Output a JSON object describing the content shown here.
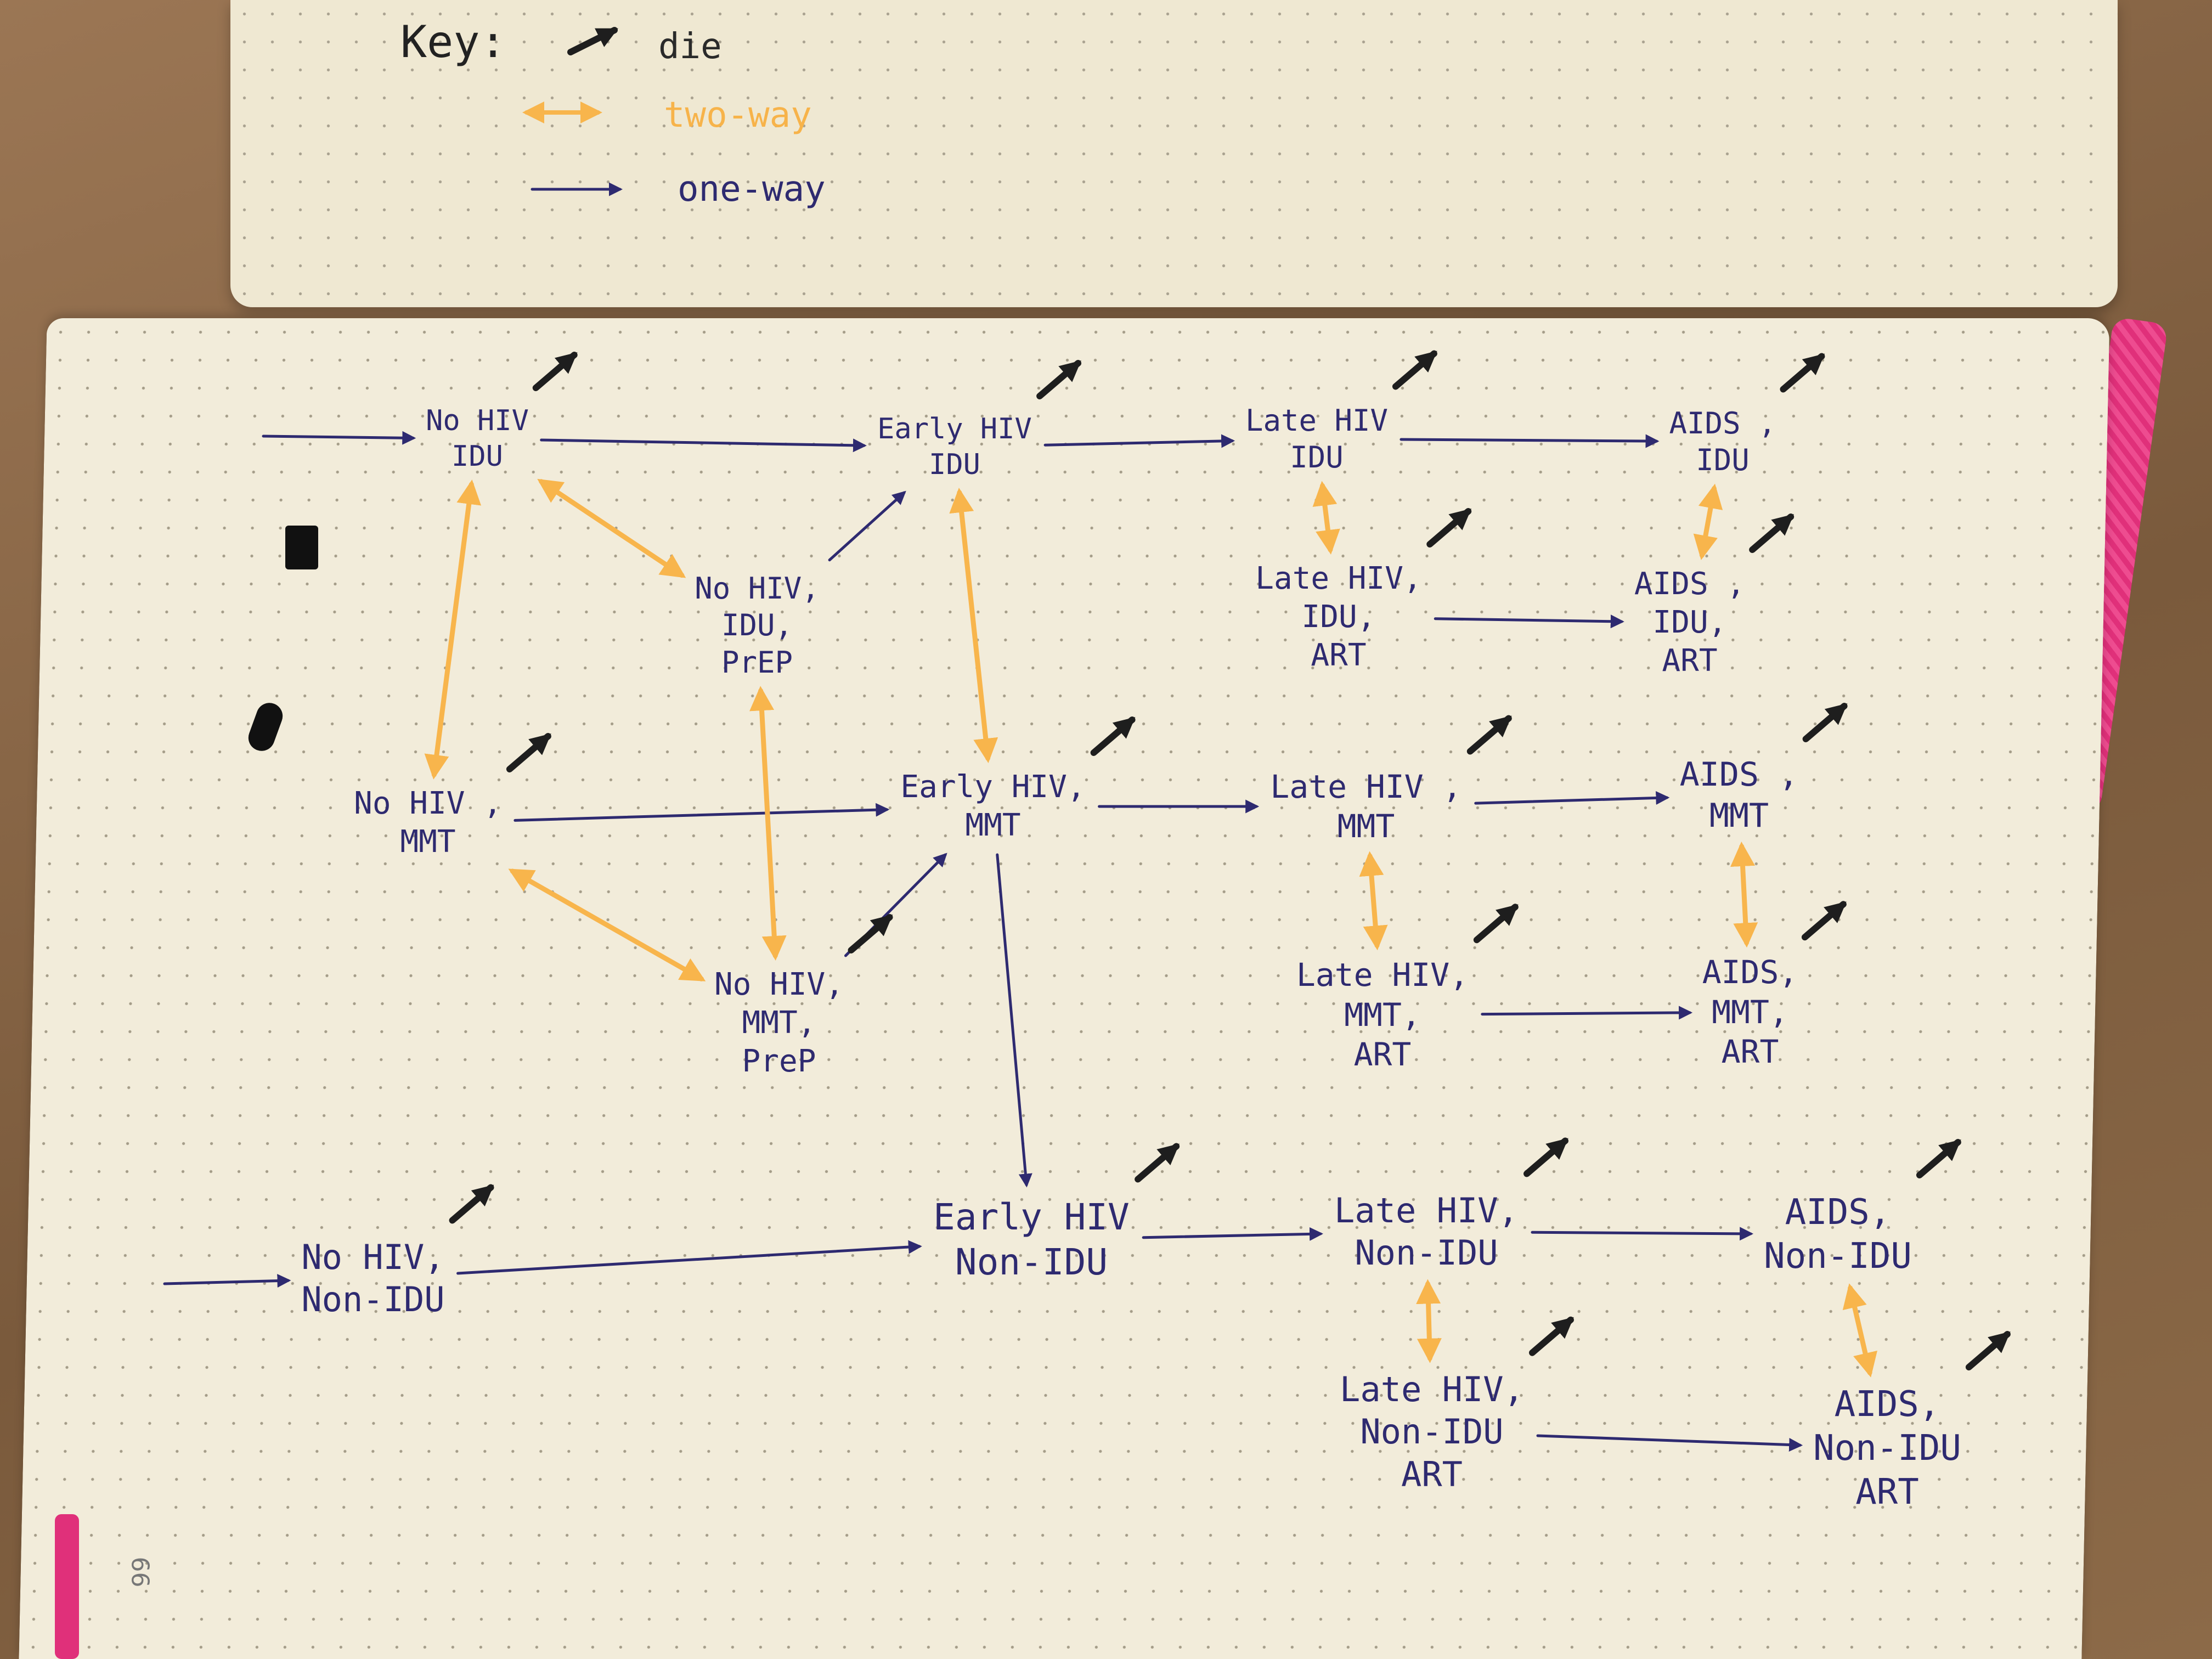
{
  "page_number": "99",
  "key": {
    "title": "Key:",
    "items": [
      {
        "label": "die",
        "style": "die"
      },
      {
        "label": "two-way",
        "style": "two-way"
      },
      {
        "label": "one-way",
        "style": "one-way"
      }
    ]
  },
  "nodes": [
    {
      "id": "nohiv_idu",
      "lines": [
        "No HIV",
        "IDU"
      ]
    },
    {
      "id": "earlyhiv_idu",
      "lines": [
        "Early HIV",
        "IDU"
      ]
    },
    {
      "id": "latehiv_idu",
      "lines": [
        "Late HIV",
        "IDU"
      ]
    },
    {
      "id": "aids_idu",
      "lines": [
        "AIDS ,",
        "IDU"
      ]
    },
    {
      "id": "nohiv_idu_prep",
      "lines": [
        "No HIV,",
        "IDU,",
        "PrEP"
      ]
    },
    {
      "id": "latehiv_idu_art",
      "lines": [
        "Late HIV,",
        "IDU,",
        "ART"
      ]
    },
    {
      "id": "aids_idu_art",
      "lines": [
        "AIDS ,",
        "IDU,",
        "ART"
      ]
    },
    {
      "id": "nohiv_mmt",
      "lines": [
        "No HIV ,",
        "MMT"
      ]
    },
    {
      "id": "earlyhiv_mmt",
      "lines": [
        "Early HIV,",
        "MMT"
      ]
    },
    {
      "id": "latehiv_mmt",
      "lines": [
        "Late HIV ,",
        "MMT"
      ]
    },
    {
      "id": "aids_mmt",
      "lines": [
        "AIDS ,",
        "MMT"
      ]
    },
    {
      "id": "nohiv_mmt_prep",
      "lines": [
        "No HIV,",
        "MMT,",
        "PreP"
      ]
    },
    {
      "id": "latehiv_mmt_art",
      "lines": [
        "Late HIV,",
        "MMT,",
        "ART"
      ]
    },
    {
      "id": "aids_mmt_art",
      "lines": [
        "AIDS,",
        "MMT,",
        "ART"
      ]
    },
    {
      "id": "nohiv_nonidu",
      "lines": [
        "No HIV,",
        "Non-IDU"
      ]
    },
    {
      "id": "earlyhiv_nonidu",
      "lines": [
        "Early HIV",
        "Non-IDU"
      ]
    },
    {
      "id": "latehiv_nonidu",
      "lines": [
        "Late HIV,",
        "Non-IDU"
      ]
    },
    {
      "id": "aids_nonidu",
      "lines": [
        "AIDS,",
        "Non-IDU"
      ]
    },
    {
      "id": "latehiv_nonidu_art",
      "lines": [
        "Late HIV,",
        "Non-IDU",
        "ART"
      ]
    },
    {
      "id": "aids_nonidu_art",
      "lines": [
        "AIDS,",
        "Non-IDU",
        "ART"
      ]
    }
  ],
  "edges": [
    {
      "type": "one-way",
      "from": "entry",
      "to": "nohiv_idu"
    },
    {
      "type": "one-way",
      "from": "nohiv_idu",
      "to": "earlyhiv_idu"
    },
    {
      "type": "one-way",
      "from": "earlyhiv_idu",
      "to": "latehiv_idu"
    },
    {
      "type": "one-way",
      "from": "latehiv_idu",
      "to": "aids_idu"
    },
    {
      "type": "one-way",
      "from": "nohiv_idu_prep",
      "to": "earlyhiv_idu"
    },
    {
      "type": "one-way",
      "from": "latehiv_idu_art",
      "to": "aids_idu_art"
    },
    {
      "type": "one-way",
      "from": "nohiv_mmt",
      "to": "earlyhiv_mmt"
    },
    {
      "type": "one-way",
      "from": "earlyhiv_mmt",
      "to": "latehiv_mmt"
    },
    {
      "type": "one-way",
      "from": "latehiv_mmt",
      "to": "aids_mmt"
    },
    {
      "type": "one-way",
      "from": "nohiv_mmt_prep",
      "to": "earlyhiv_mmt"
    },
    {
      "type": "one-way",
      "from": "latehiv_mmt_art",
      "to": "aids_mmt_art"
    },
    {
      "type": "one-way",
      "from": "earlyhiv_mmt",
      "to": "earlyhiv_nonidu"
    },
    {
      "type": "one-way",
      "from": "entry",
      "to": "nohiv_nonidu"
    },
    {
      "type": "one-way",
      "from": "nohiv_nonidu",
      "to": "earlyhiv_nonidu"
    },
    {
      "type": "one-way",
      "from": "earlyhiv_nonidu",
      "to": "latehiv_nonidu"
    },
    {
      "type": "one-way",
      "from": "latehiv_nonidu",
      "to": "aids_nonidu"
    },
    {
      "type": "one-way",
      "from": "latehiv_nonidu_art",
      "to": "aids_nonidu_art"
    },
    {
      "type": "two-way",
      "from": "nohiv_idu",
      "to": "nohiv_mmt"
    },
    {
      "type": "two-way",
      "from": "nohiv_idu",
      "to": "nohiv_idu_prep"
    },
    {
      "type": "two-way",
      "from": "earlyhiv_idu",
      "to": "earlyhiv_mmt"
    },
    {
      "type": "two-way",
      "from": "latehiv_idu",
      "to": "latehiv_idu_art"
    },
    {
      "type": "two-way",
      "from": "aids_idu",
      "to": "aids_idu_art"
    },
    {
      "type": "two-way",
      "from": "nohiv_idu_prep",
      "to": "nohiv_mmt_prep"
    },
    {
      "type": "two-way",
      "from": "nohiv_mmt",
      "to": "nohiv_mmt_prep"
    },
    {
      "type": "two-way",
      "from": "latehiv_mmt",
      "to": "latehiv_mmt_art"
    },
    {
      "type": "two-way",
      "from": "aids_mmt",
      "to": "aids_mmt_art"
    },
    {
      "type": "two-way",
      "from": "latehiv_nonidu",
      "to": "latehiv_nonidu_art"
    },
    {
      "type": "two-way",
      "from": "aids_nonidu",
      "to": "aids_nonidu_art"
    }
  ],
  "die_from": [
    "nohiv_idu",
    "earlyhiv_idu",
    "latehiv_idu",
    "aids_idu",
    "latehiv_idu_art",
    "aids_idu_art",
    "nohiv_mmt",
    "earlyhiv_mmt",
    "latehiv_mmt",
    "aids_mmt",
    "nohiv_mmt_prep",
    "latehiv_mmt_art",
    "aids_mmt_art",
    "nohiv_nonidu",
    "earlyhiv_nonidu",
    "latehiv_nonidu",
    "aids_nonidu",
    "latehiv_nonidu_art",
    "aids_nonidu_art"
  ],
  "colors": {
    "one_way": "#2e2a70",
    "two_way": "#f8b54c",
    "die": "#1e1e1e",
    "ink": "#2e2a70"
  }
}
